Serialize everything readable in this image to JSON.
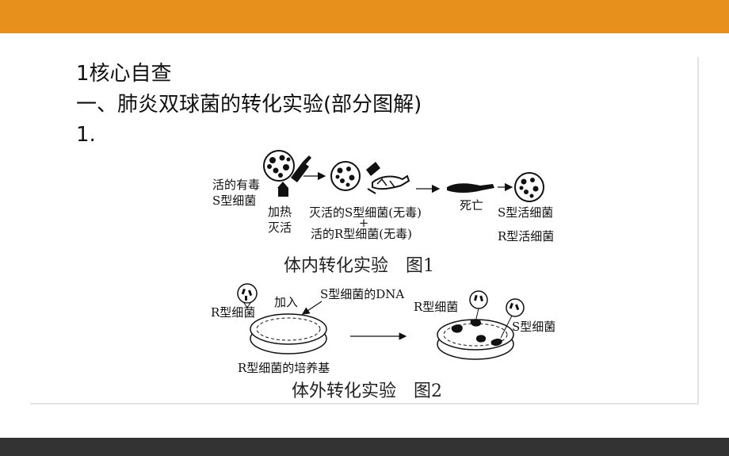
{
  "heading": {
    "line1": "1核心自查",
    "line2": "一、肺炎双球菌的转化实验(部分图解)",
    "line3": "1."
  },
  "figure1": {
    "label_live_s_1": "活的有毒",
    "label_live_s_2": "S型细菌",
    "label_heat_1": "加热",
    "label_heat_2": "灭活",
    "label_killed_s": "灭活的S型细菌(无毒)",
    "label_plus": "+",
    "label_live_r": "活的R型细菌(无毒)",
    "label_death": "死亡",
    "label_s_live": "S型活细菌",
    "label_r_live": "R型活细菌",
    "caption": "体内转化实验　图1"
  },
  "figure2": {
    "label_r": "R型细菌",
    "label_add": "加入",
    "label_dna": "S型细菌的DNA",
    "label_medium": "R型细菌的培养基",
    "label_r2": "R型细菌",
    "label_s2": "S型细菌",
    "caption": "体外转化实验　图2"
  },
  "colors": {
    "top_bar": "#e8901c",
    "bottom_bar": "#333333"
  }
}
